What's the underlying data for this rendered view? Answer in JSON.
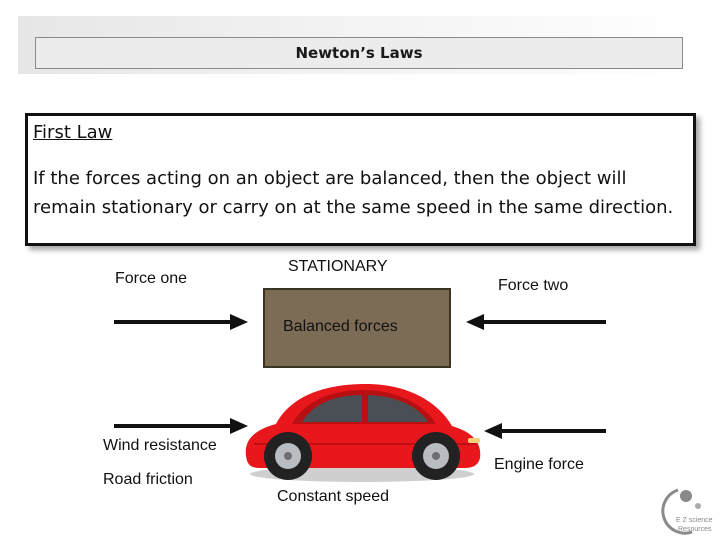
{
  "header": {
    "title": "Newton’s Laws"
  },
  "law": {
    "heading": "First Law",
    "text": "If the forces acting on an object are balanced, then the object will remain stationary or carry on at the same speed in the same direction."
  },
  "diagram": {
    "box_top_label": "STATIONARY",
    "box_label": "Balanced forces",
    "force_left_label": "Force one",
    "force_right_label": "Force two",
    "car_left_label_1": "Wind resistance",
    "car_left_label_2": "Road friction",
    "car_right_label": "Engine force",
    "car_bottom_label": "Constant speed"
  },
  "colors": {
    "box_fill": "#7d6c55",
    "car_body": "#e8171b",
    "arrow": "#111111"
  },
  "logo": {
    "text_line1": "E Z science",
    "text_line2": "Resources"
  }
}
